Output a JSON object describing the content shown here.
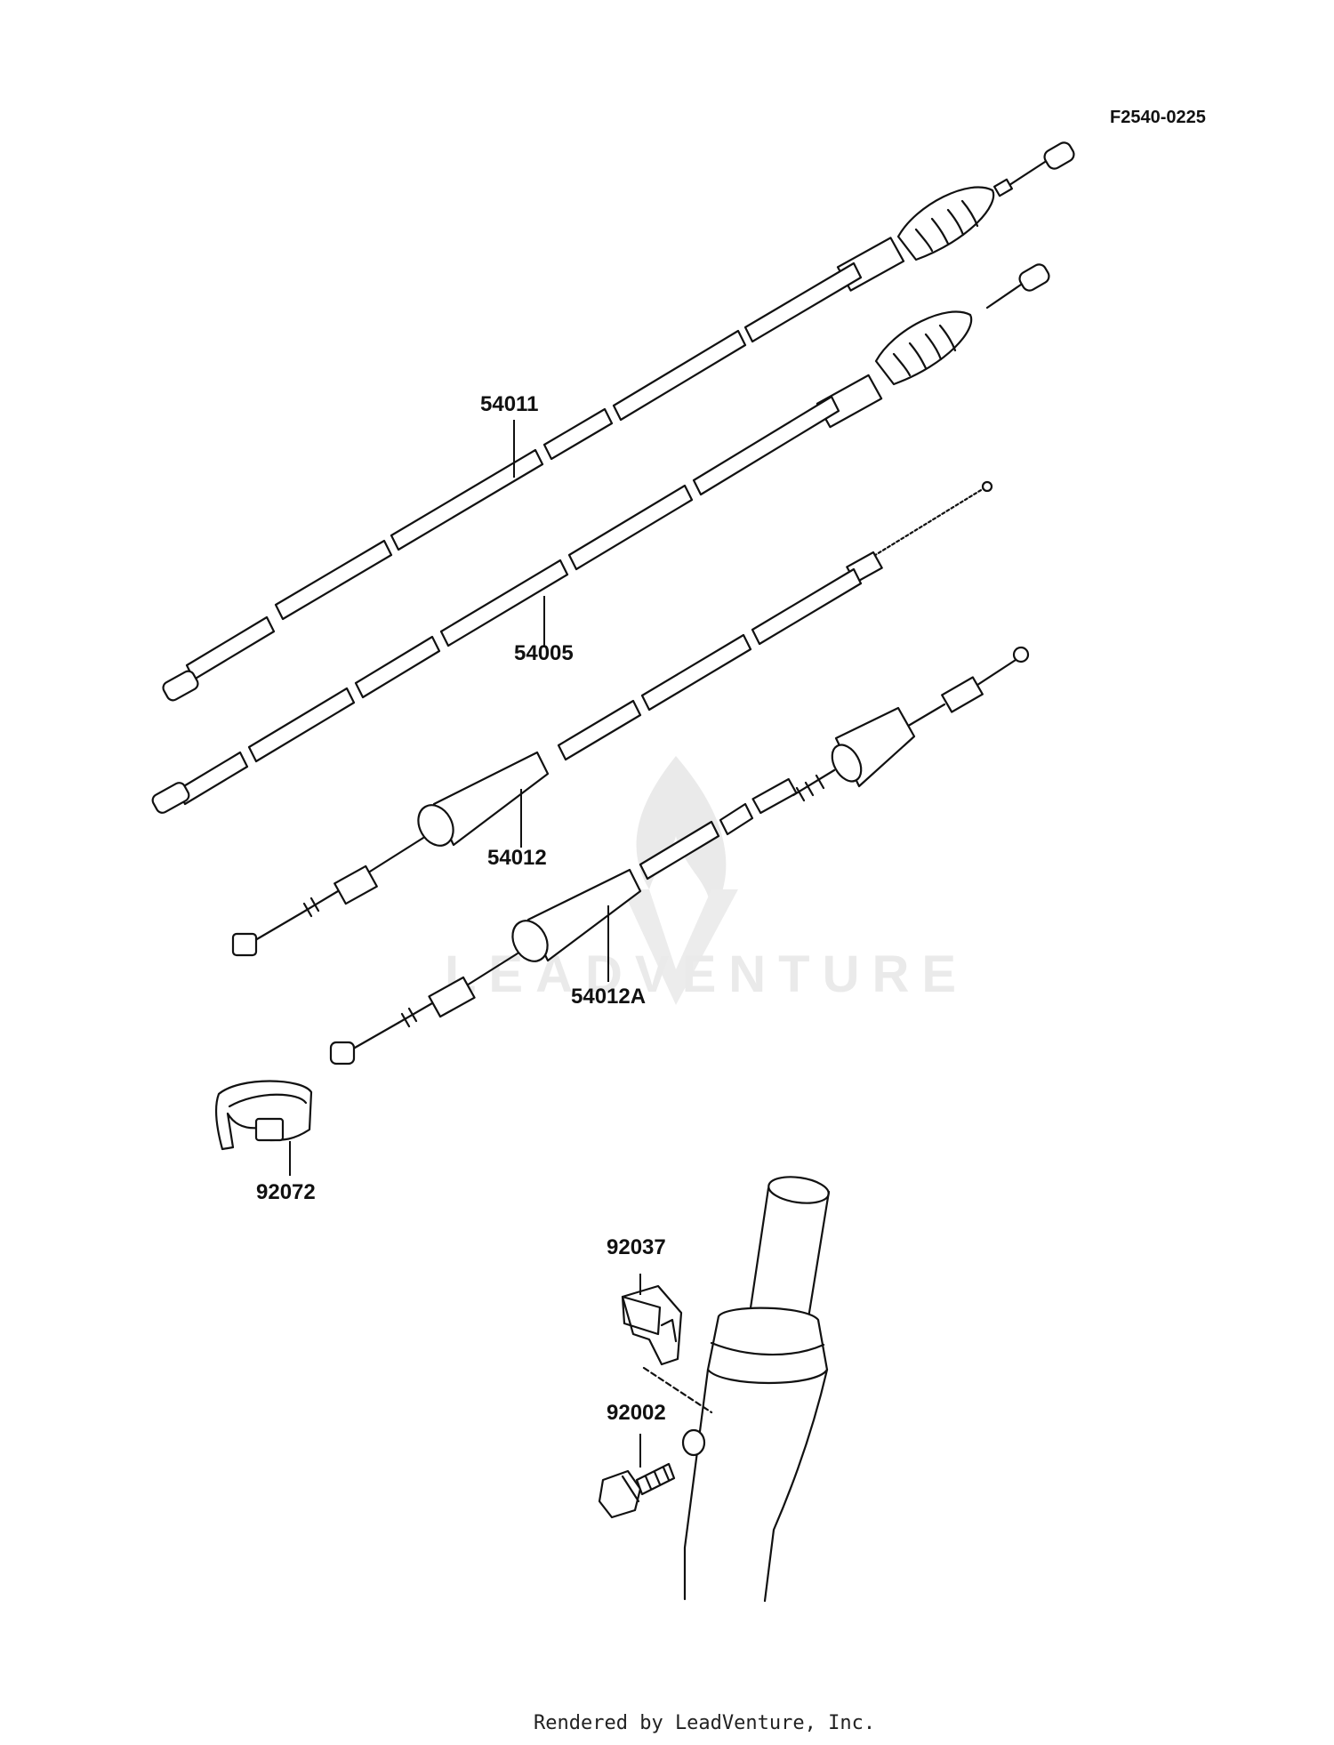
{
  "diagram": {
    "reference_code": "F2540-0225",
    "parts": [
      {
        "number": "54011"
      },
      {
        "number": "54005"
      },
      {
        "number": "54012"
      },
      {
        "number": "54012A"
      },
      {
        "number": "92072"
      },
      {
        "number": "92037"
      },
      {
        "number": "92002"
      }
    ],
    "watermark": "LEADVENTURE",
    "footer": "Rendered by LeadVenture, Inc.",
    "colors": {
      "line": "#111111",
      "watermark": "#d9d9d9"
    }
  }
}
